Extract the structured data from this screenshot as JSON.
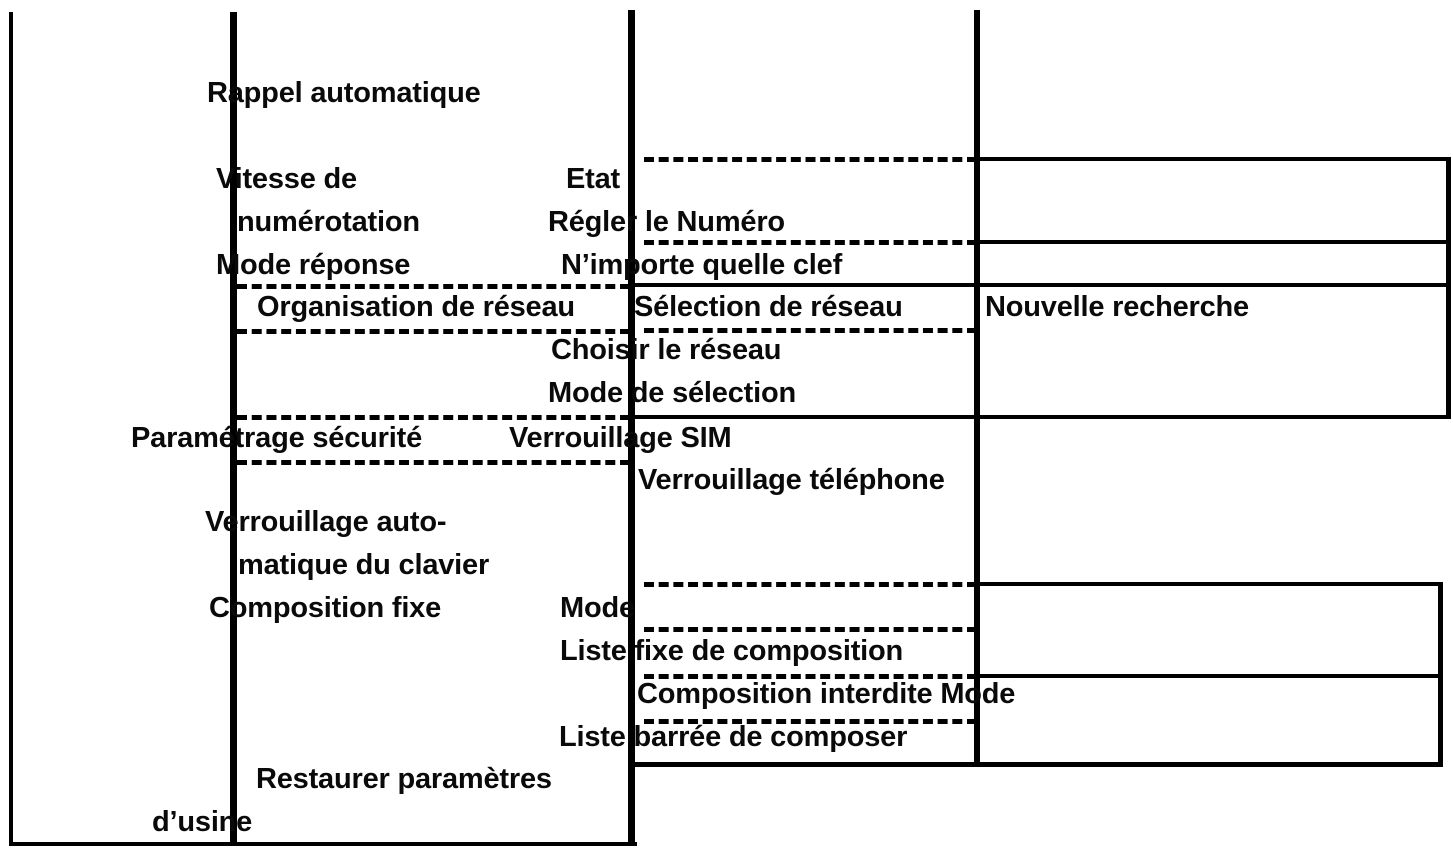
{
  "diagram": {
    "type": "menu-tree-table",
    "language": "fr",
    "ink_color": "#0a0a0a",
    "paper_color": "#ffffff",
    "level1": [
      {
        "id": "rappel-automatique",
        "label": "Rappel automatique"
      },
      {
        "id": "vitesse-de-numerotation",
        "label": "Vitesse de"
      },
      {
        "id": "vitesse-de-numerotation-2",
        "label": "numérotation"
      },
      {
        "id": "mode-reponse",
        "label": "Mode réponse"
      },
      {
        "id": "organisation-de-reseau",
        "label": "Organisation de réseau"
      },
      {
        "id": "parametrage-securite",
        "label": "Paramétrage sécurité"
      },
      {
        "id": "verrouillage-automatique-clavier",
        "label": "Verrouillage auto-"
      },
      {
        "id": "verrouillage-automatique-clavier-2",
        "label": "matique du clavier"
      },
      {
        "id": "composition-fixe",
        "label": "Composition fixe"
      },
      {
        "id": "restaurer-parametres-usine",
        "label": "Restaurer paramètres"
      },
      {
        "id": "restaurer-parametres-usine-2",
        "label": "d’usine"
      }
    ],
    "level2": [
      {
        "id": "etat",
        "label": "Etat"
      },
      {
        "id": "regler-le-numero",
        "label": "Régler le Numéro"
      },
      {
        "id": "nimporte-quelle-clef",
        "label": "N’importe quelle clef"
      },
      {
        "id": "selection-de-reseau",
        "label": "Sélection de réseau"
      },
      {
        "id": "choisir-le-reseau",
        "label": "Choisir le réseau"
      },
      {
        "id": "mode-de-selection",
        "label": "Mode de sélection"
      },
      {
        "id": "verrouillage-sim",
        "label": "Verrouillage SIM"
      },
      {
        "id": "verrouillage-telephone",
        "label": "Verrouillage téléphone"
      },
      {
        "id": "mode",
        "label": "Mode"
      },
      {
        "id": "liste-fixe-de-composition",
        "label": "Liste fixe de composition"
      },
      {
        "id": "composition-interdite-mode",
        "label": "Composition interdite Mode"
      },
      {
        "id": "liste-barree-de-composer",
        "label": "Liste barrée de composer"
      }
    ],
    "level3": [
      {
        "id": "nouvelle-recherche",
        "label": "Nouvelle recherche"
      }
    ]
  }
}
